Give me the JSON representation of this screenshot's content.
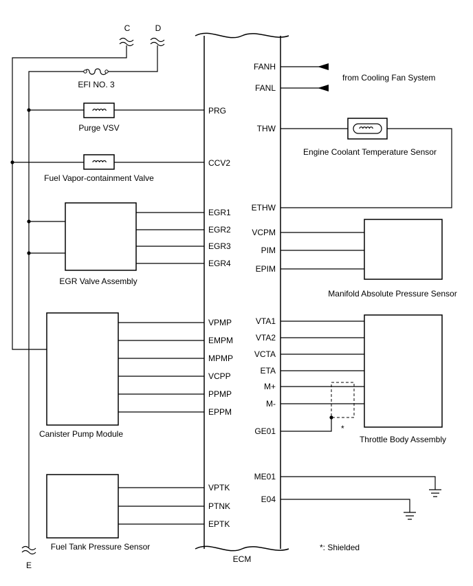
{
  "connectors": {
    "c": "C",
    "d": "D",
    "e": "E"
  },
  "ecm": {
    "label": "ECM",
    "left_pins": [
      "PRG",
      "CCV2",
      "EGR1",
      "EGR2",
      "EGR3",
      "EGR4",
      "VPMP",
      "EMPM",
      "MPMP",
      "VCPP",
      "PPMP",
      "EPPM",
      "VPTK",
      "PTNK",
      "EPTK"
    ],
    "right_pins": [
      "FANH",
      "FANL",
      "THW",
      "ETHW",
      "VCPM",
      "PIM",
      "EPIM",
      "VTA1",
      "VTA2",
      "VCTA",
      "ETA",
      "M+",
      "M-",
      "GE01",
      "ME01",
      "E04"
    ]
  },
  "components": {
    "efi_fuse": "EFI NO. 3",
    "purge_vsv": "Purge VSV",
    "fuel_vapor_valve": "Fuel Vapor-containment Valve",
    "egr_valve": "EGR Valve Assembly",
    "canister_pump": "Canister Pump Module",
    "fuel_tank_sensor": "Fuel Tank Pressure Sensor",
    "cooling_fan": "from Cooling Fan System",
    "coolant_sensor": "Engine Coolant Temperature Sensor",
    "map_sensor": "Manifold Absolute Pressure Sensor",
    "throttle_body": "Throttle Body Assembly"
  },
  "notes": {
    "shield_mark": "*",
    "shield_note": "*: Shielded"
  }
}
